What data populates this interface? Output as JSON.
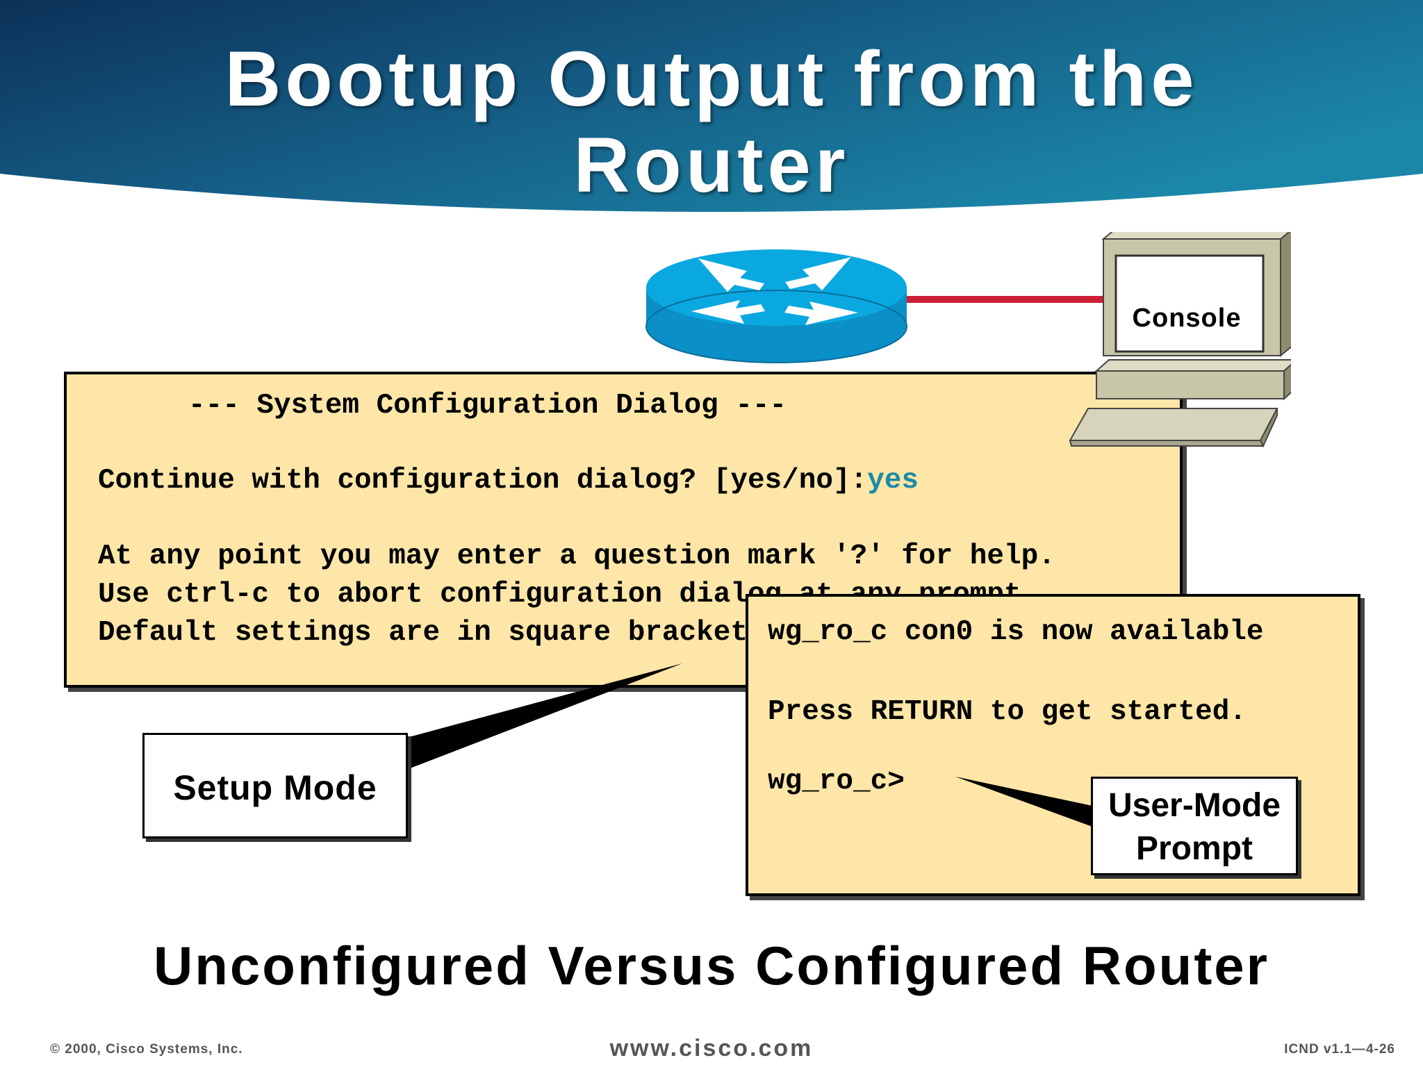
{
  "title": {
    "line1": "Bootup Output from the",
    "line2": "Router"
  },
  "console": {
    "label": "Console"
  },
  "setup_terminal": {
    "line1": "--- System Configuration Dialog ---",
    "line2_prompt": "Continue with configuration dialog? [yes/no]:",
    "line2_answer": "yes",
    "line3": "At any point you may enter a question mark '?' for help.",
    "line4": "Use ctrl-c to abort configuration dialog at any prompt.",
    "line5": "Default settings are in square brackets '[]'."
  },
  "user_terminal": {
    "line1": "wg_ro_c con0 is now available",
    "line2": "Press RETURN to get started.",
    "line3": "wg_ro_c>"
  },
  "labels": {
    "setup_mode": "Setup Mode",
    "user_mode_line1": "User-Mode",
    "user_mode_line2": "Prompt"
  },
  "subtitle": "Unconfigured Versus Configured Router",
  "footer": {
    "copyright": "© 2000, Cisco Systems, Inc.",
    "url": "www.cisco.com",
    "code": "ICND v1.1—4-26"
  },
  "colors": {
    "header_dark": "#0c3158",
    "header_light": "#1b87a8",
    "terminal_bg": "#fde6a7",
    "answer_accent": "#1a8ba6",
    "router_blue": "#0aa8e0",
    "console_cable": "#cc1f36"
  },
  "icons": {
    "router": "router-icon",
    "console": "computer-terminal-icon"
  }
}
